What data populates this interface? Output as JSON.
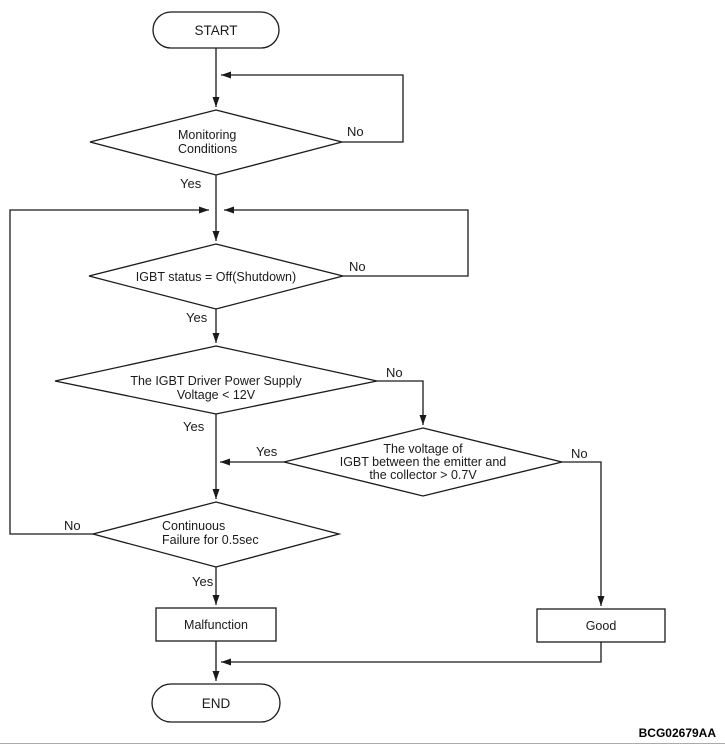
{
  "figure": {
    "code": "BCG02679AA"
  },
  "nodes": {
    "start": {
      "label": "START"
    },
    "monitoring": {
      "lines": [
        "Monitoring",
        "Conditions"
      ]
    },
    "igbt_status": {
      "label": "IGBT status = Off(Shutdown)"
    },
    "driver_supply": {
      "lines": [
        "The IGBT Driver Power Supply",
        "Voltage < 12V"
      ]
    },
    "igbt_voltage": {
      "lines": [
        "The voltage of",
        "IGBT between the emitter and",
        "the collector > 0.7V"
      ]
    },
    "continuous": {
      "lines": [
        "Continuous",
        "Failure for 0.5sec"
      ]
    },
    "malfunction": {
      "label": "Malfunction"
    },
    "good": {
      "label": "Good"
    },
    "end": {
      "label": "END"
    }
  },
  "edge_labels": {
    "monitoring_no": "No",
    "monitoring_yes": "Yes",
    "igbt_status_no": "No",
    "igbt_status_yes": "Yes",
    "driver_supply_no": "No",
    "driver_supply_yes": "Yes",
    "igbt_voltage_yes": "Yes",
    "igbt_voltage_no": "No",
    "continuous_no": "No",
    "continuous_yes": "Yes"
  },
  "colors": {
    "line": "#1a1a1a",
    "bottom_rule": "#ababab"
  }
}
